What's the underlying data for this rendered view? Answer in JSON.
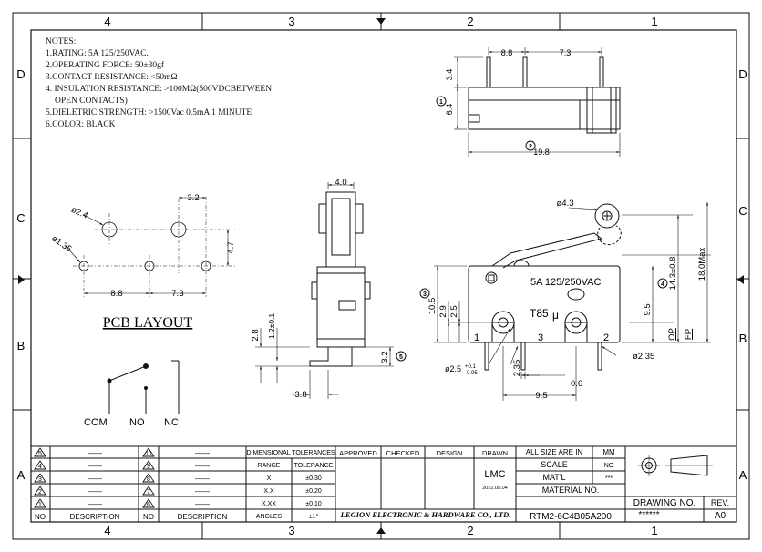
{
  "frame": {
    "top_zones": [
      "4",
      "3",
      "2",
      "1"
    ],
    "bottom_zones": [
      "4",
      "3",
      "2",
      "1"
    ],
    "left_zones": [
      "D",
      "C",
      "B",
      "A"
    ],
    "right_zones": [
      "D",
      "C",
      "B",
      "A"
    ]
  },
  "notes": {
    "title": "NOTES:",
    "lines": [
      "1.RATING: 5A 125/250VAC.",
      "2.OPERATING FORCE: 50±30gf",
      "3.CONTACT RESISTANCE: <50mΩ",
      "4. INSULATION RESISTANCE: >100MΩ(500VDCBETWEEN",
      "OPEN CONTACTS)",
      "5.DIELETRIC STRENGTH: >1500Vac 0.5mA 1 MINUTE",
      "6.COLOR: BLACK"
    ]
  },
  "top_view": {
    "dims": [
      "8.8",
      "7.3",
      "3.4",
      "6.4",
      "19.8"
    ],
    "markers": [
      "1",
      "2"
    ]
  },
  "pcb": {
    "title": "PCB LAYOUT",
    "dims": [
      "3.2",
      "ø2.4",
      "ø1.35",
      "4.7",
      "8.8",
      "7.3"
    ]
  },
  "side_view": {
    "dims": [
      "4.0",
      "2.8",
      "1.2±0.1",
      "3.2",
      "3.8"
    ],
    "marker": "5"
  },
  "front_view": {
    "rating": "5A 125/250VAC",
    "temp": "T85",
    "mu": "μ",
    "terminals": [
      "1",
      "3",
      "2"
    ],
    "dims": [
      "ø4.3",
      "14.3±0.8",
      "18.0Max",
      "10.5",
      "2.9",
      "2.5",
      "9.5",
      "OP",
      "FP",
      "ø2.35",
      "2.35",
      "0.6",
      "9.5"
    ],
    "hole_dim": "ø2.5",
    "hole_tol_plus": "+0.1",
    "hole_tol_minus": "-0.05",
    "markers": [
      "3",
      "4"
    ]
  },
  "schematic": {
    "labels": [
      "COM",
      "NO",
      "NC"
    ]
  },
  "title_block": {
    "revisions_left": [
      "5",
      "4",
      "3",
      "2",
      "1"
    ],
    "revisions_right": [
      "10",
      "9",
      "8",
      "7",
      "6"
    ],
    "dash": "——",
    "col_no": "NO",
    "col_description": "DESCRIPTION",
    "tol_header": "DIMENSIONAL TOLERANCES",
    "tol_range": "RANGE",
    "tol_tolerance": "TOLERANCE",
    "tol_rows": [
      {
        "range": "X",
        "tol": "±0.30"
      },
      {
        "range": "X.X",
        "tol": "±0.20"
      },
      {
        "range": "X.XX",
        "tol": "±0.10"
      },
      {
        "range": "ANGLES",
        "tol": "±1°"
      }
    ],
    "approved": "APPROVED",
    "checked": "CHECKED",
    "design": "DESIGN",
    "drawn": "DRAWN",
    "drawn_by": "LMC",
    "drawn_date": "2022.05.04",
    "company": "LEGION ELECTRONIC & HARDWARE CO., LTD.",
    "all_size_label": "ALL SIZE ARE IN",
    "all_size_value": "MM",
    "scale_label": "SCALE",
    "scale_value": "NO",
    "matl_label": "MAT'L",
    "matl_value": "***",
    "material_no_label": "MATERIAL NO.",
    "material_no": "RTM2-6C4B05A200",
    "drawing_no_label": "DRAWING NO.",
    "drawing_no": "******",
    "rev_label": "REV.",
    "rev": "A0"
  }
}
